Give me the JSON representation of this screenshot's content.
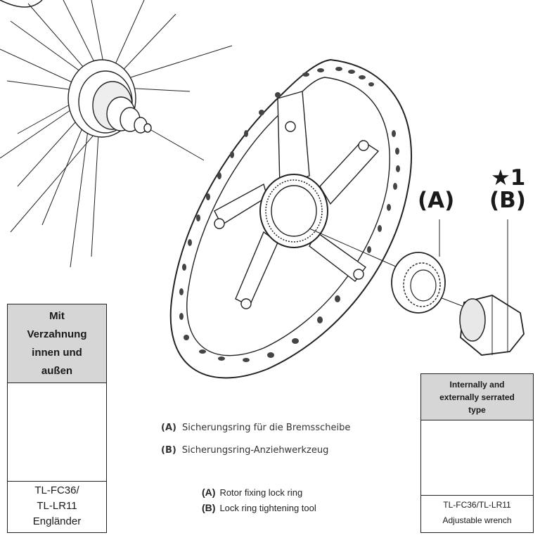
{
  "callouts": {
    "a": "(A)",
    "b": "(B)",
    "star": "★1"
  },
  "legend_de": {
    "a_key": "(A)",
    "a_text": "Sicherungsring für die Bremsscheibe",
    "b_key": "(B)",
    "b_text": "Sicherungsring-Anziehwerkzeug"
  },
  "legend_en": {
    "a_key": "(A)",
    "a_text": "Rotor fixing lock ring",
    "b_key": "(B)",
    "b_text": "Lock ring tightening tool"
  },
  "table_left": {
    "header": [
      "Mit",
      "Verzahnung",
      "innen und",
      "außen"
    ],
    "footer": [
      "TL-FC36/",
      "TL-LR11",
      "Engländer"
    ]
  },
  "table_right": {
    "header": [
      "Internally and",
      "externally serrated",
      "type"
    ],
    "footer": [
      "TL-FC36/TL-LR11",
      "Adjustable wrench"
    ]
  }
}
